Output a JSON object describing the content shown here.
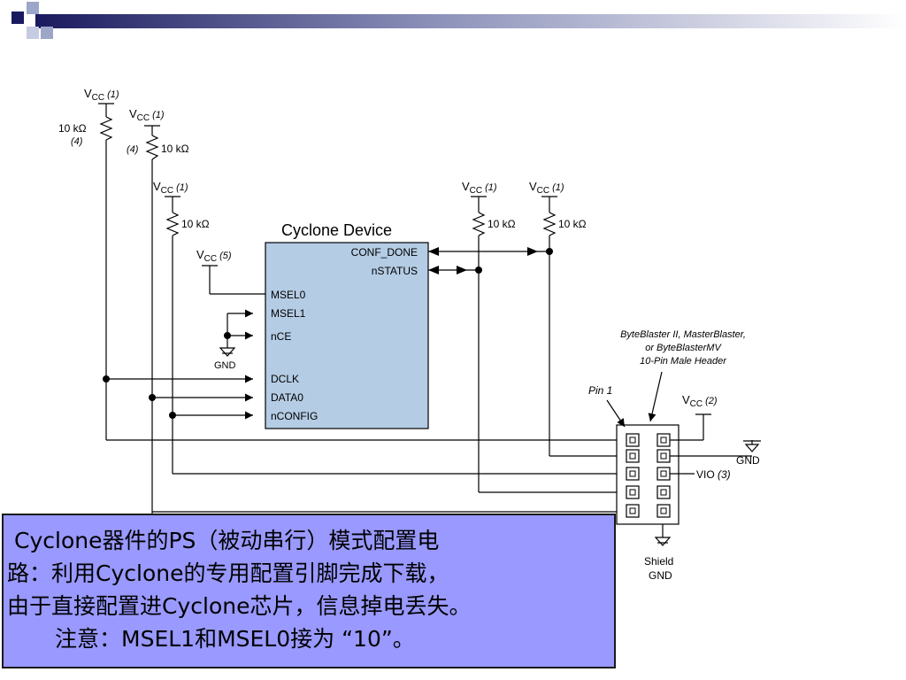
{
  "diagram": {
    "device_title": "Cyclone Device",
    "vcc": "V",
    "vcc_sub": "CC",
    "note1": "(1)",
    "note2": "(2)",
    "note3": "(3)",
    "note4": "(4)",
    "note5": "(5)",
    "res_10k": "10 kΩ",
    "res_10k_tight": "10 kΩ",
    "pins": {
      "conf_done": "CONF_DONE",
      "nstatus": "nSTATUS",
      "msel0": "MSEL0",
      "msel1": "MSEL1",
      "nce": "nCE",
      "dclk": "DCLK",
      "data0": "DATA0",
      "nconfig": "nCONFIG"
    },
    "gnd": "GND",
    "header_desc": [
      "ByteBlaster II, MasterBlaster,",
      "or ByteBlasterMV",
      "10-Pin Male Header"
    ],
    "pin1": "Pin 1",
    "vio": "VIO",
    "shield": "Shield",
    "shield_gnd": "GND"
  },
  "caption": {
    "lines": [
      "Cyclone器件的PS（被动串行）模式配置电",
      "路：利用Cyclone的专用配置引脚完成下载，",
      "由于直接配置进Cyclone芯片，信息掉电丢失。",
      "注意：MSEL1和MSEL0接为 “10”。"
    ]
  },
  "colors": {
    "device_fill": "#b4cce4",
    "caption_bg": "#9999ff",
    "header_navy": "#1a1a5e",
    "header_light": "#9ca6c8"
  }
}
